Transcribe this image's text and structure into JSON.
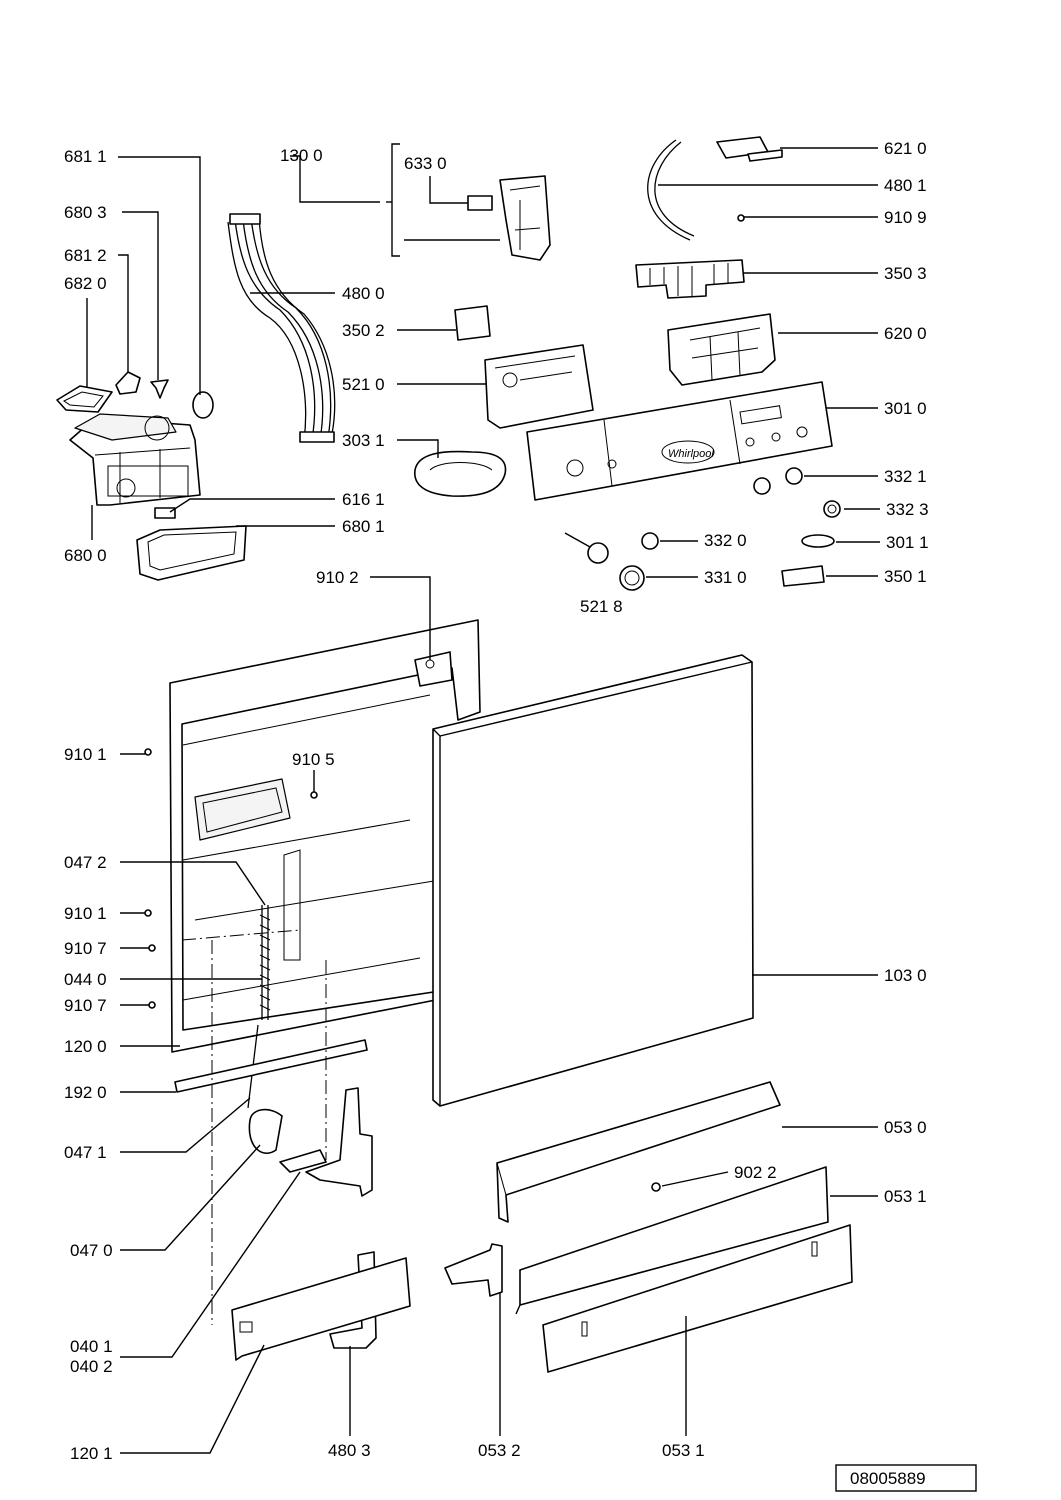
{
  "drawing_number": "08005889",
  "labels": {
    "l6811": "681 1",
    "l6803": "680 3",
    "l6812": "681 2",
    "l6820": "682 0",
    "l6800": "680 0",
    "l1300": "130 0",
    "l6330": "633 0",
    "l4800": "480 0",
    "l3502": "350 2",
    "l5210": "521 0",
    "l3031": "303 1",
    "l6161": "616 1",
    "l6801": "680 1",
    "l6210": "621 0",
    "l4801": "480 1",
    "l9109": "910 9",
    "l3503": "350 3",
    "l6200": "620 0",
    "l3010": "301 0",
    "l3321": "332 1",
    "l3323": "332 3",
    "l3320": "332 0",
    "l3011": "301 1",
    "l3310": "331 0",
    "l3501": "350 1",
    "l5218": "521 8",
    "l9102": "910 2",
    "l9101a": "910 1",
    "l9105": "910 5",
    "l0472": "047 2",
    "l9101b": "910 1",
    "l9107a": "910 7",
    "l0440": "044 0",
    "l9107b": "910 7",
    "l1200": "120 0",
    "l1920": "192 0",
    "l0471": "047 1",
    "l0470": "047 0",
    "l0401": "040 1",
    "l0402": "040 2",
    "l1201": "120 1",
    "l1030": "103 0",
    "l0530": "053 0",
    "l9022": "902 2",
    "l0531a": "053 1",
    "l4803": "480 3",
    "l0532": "053 2",
    "l0531b": "053 1"
  },
  "brand_logo": "Whirlpool"
}
